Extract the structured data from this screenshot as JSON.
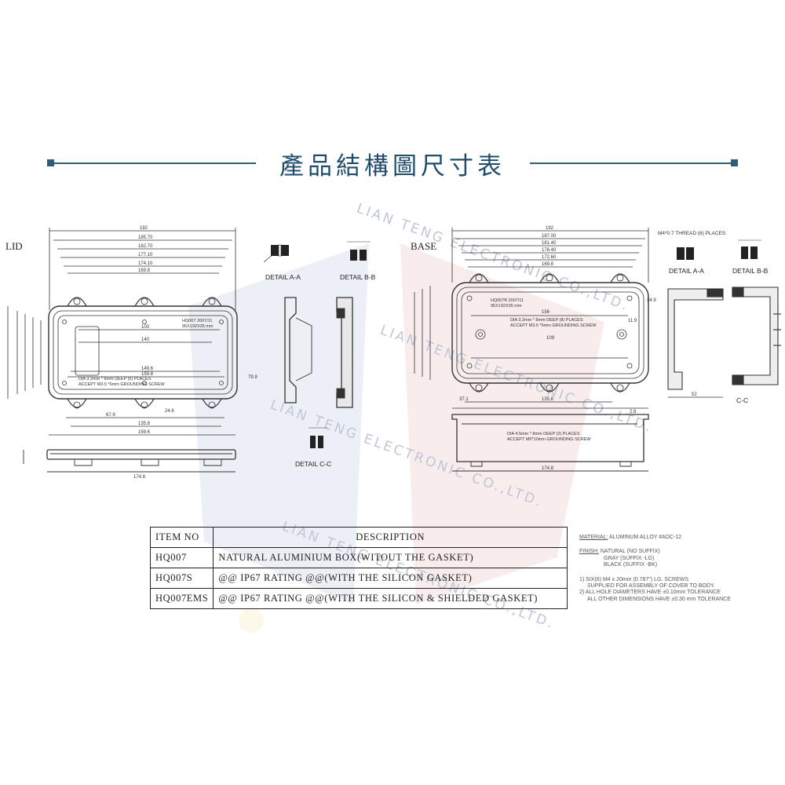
{
  "header": {
    "title": "產品結構圖尺寸表"
  },
  "watermark": {
    "company": "LIAN TENG ELECTRONIC CO.,LTD."
  },
  "views": {
    "lid": "LID",
    "base": "BASE",
    "detail_aa": "DETAIL A-A",
    "detail_bb": "DETAIL B-B",
    "detail_cc": "DETAIL C-C",
    "cc": "C-C",
    "thread_note": "M4*0.7 THREAD (6) PLACES"
  },
  "lid_dims": {
    "d1": "192",
    "d2": "185.70",
    "d3": "182.70",
    "d4": "177.10",
    "d5": "174.10",
    "d6": "169.8",
    "inner1": "100",
    "inner2": "140",
    "inner3": "149.6",
    "inner4": "159.8",
    "bottom1": "67.9",
    "bottom2": "24.6",
    "bottom3": "135.8",
    "bottom4": "159.6",
    "bottom5": "174.8",
    "model": "HQ007 2007/11",
    "model_size": "95X192X35 mm",
    "hole_note_1": "DIA 3.2mm * 8mm DEEP (6) PLACES",
    "hole_note_2": "ACCEPT M3.5 *6mm GROUNDING SCREW",
    "side_r": "79.9"
  },
  "base_dims": {
    "d1": "192",
    "d2": "187.00",
    "d3": "181.40",
    "d4": "176.40",
    "d5": "172.60",
    "d6": "169.8",
    "inner1": "156",
    "inner2": "109",
    "model": "HQ007B 2007/11",
    "model_size": "95X192X35 mm",
    "hole_note_1": "DIA 3.2mm * 8mm DEEP (8) PLACES",
    "hole_note_2": "ACCEPT M3.5 *6mm GROUNDING SCREW",
    "bottom1": "37.1",
    "bottom2": "135.8",
    "bottom3": "174.8",
    "bottom4": "52",
    "foot_note_1": "DIA 4.5mm * 8mm DEEP (2) PLACES",
    "foot_note_2": "ACCEPT M5*10mm GROUNDING SCREW",
    "side1": "34.9",
    "side2": "11.9",
    "side3": "2.8"
  },
  "table": {
    "headers": [
      "ITEM NO",
      "DESCRIPTION"
    ],
    "rows": [
      {
        "item": "HQ007",
        "desc": "NATURAL ALUMINIUM BOX(WITOUT THE GASKET)"
      },
      {
        "item": "HQ007S",
        "desc": "@@ IP67 RATING @@(WITH THE SILICON GASKET)"
      },
      {
        "item": "HQ007EMS",
        "desc": "@@ IP67 RATING @@(WITH THE  SILICON & SHIELDED GASKET)"
      }
    ]
  },
  "notes": {
    "material_label": "MATERIAL:",
    "material_value": "ALUMINUM ALLOY #ADC-12",
    "finish_label": "FINISH:",
    "finish_1": "NATURAL (NO SUFFIX)",
    "finish_2": "GRAY (SUFFIX -LG)",
    "finish_3": "BLACK (SUFFIX -BK)",
    "note1_a": "1) SIX(6) M4 x 20mm (0.787\") LG. SCREWS",
    "note1_b": "SUPPLIED FOR ASSEMBLY OF COVER TO BODY.",
    "note2_a": "2) ALL HOLE DIAMETERS HAVE ±0.10mm TOLERANCE",
    "note2_b": "ALL OTHER DIMENSIONS HAVE ±0.30 mm TOLERANCE"
  }
}
